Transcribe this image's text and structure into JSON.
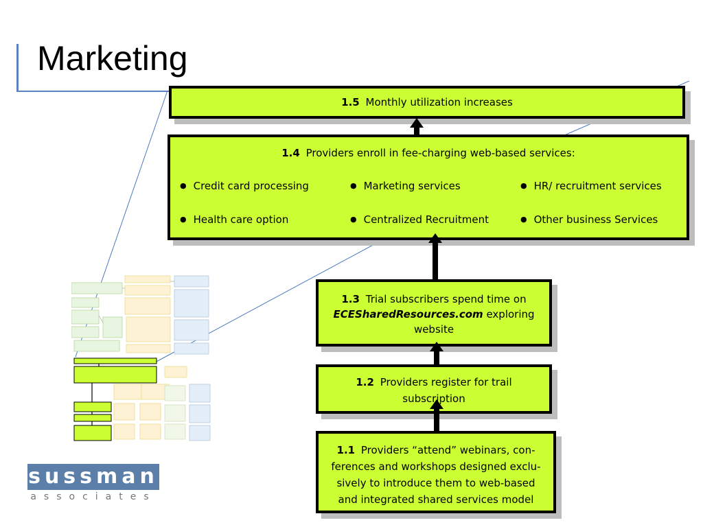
{
  "slide": {
    "title": "Marketing"
  },
  "boxes": {
    "b15": {
      "num": "1.5",
      "text": "Monthly utilization increases"
    },
    "b14": {
      "num": "1.4",
      "text": "Providers enroll in fee-charging web-based services:",
      "bullets": [
        "Credit card processing",
        "Marketing services",
        "HR/ recruitment services",
        "Health care option",
        "Centralized Recruitment",
        "Other business Services"
      ]
    },
    "b13": {
      "num": "1.3",
      "line1": "Trial subscribers spend time on",
      "site": "ECESharedResources.com",
      "line2": "exploring",
      "line3": "website"
    },
    "b12": {
      "num": "1.2",
      "line1": "Providers register for trail",
      "line2": "subscription"
    },
    "b11": {
      "num": "1.1",
      "line1": "Providers “attend” webinars, con-",
      "line2": "ferences and workshops designed exclu-",
      "line3": "sively to introduce them to web-based",
      "line4": "and integrated shared services model"
    }
  },
  "logo": {
    "name": "sussman",
    "sub": "associates"
  },
  "colors": {
    "box_fill": "#ccff33",
    "accent": "#5b7fbf"
  }
}
